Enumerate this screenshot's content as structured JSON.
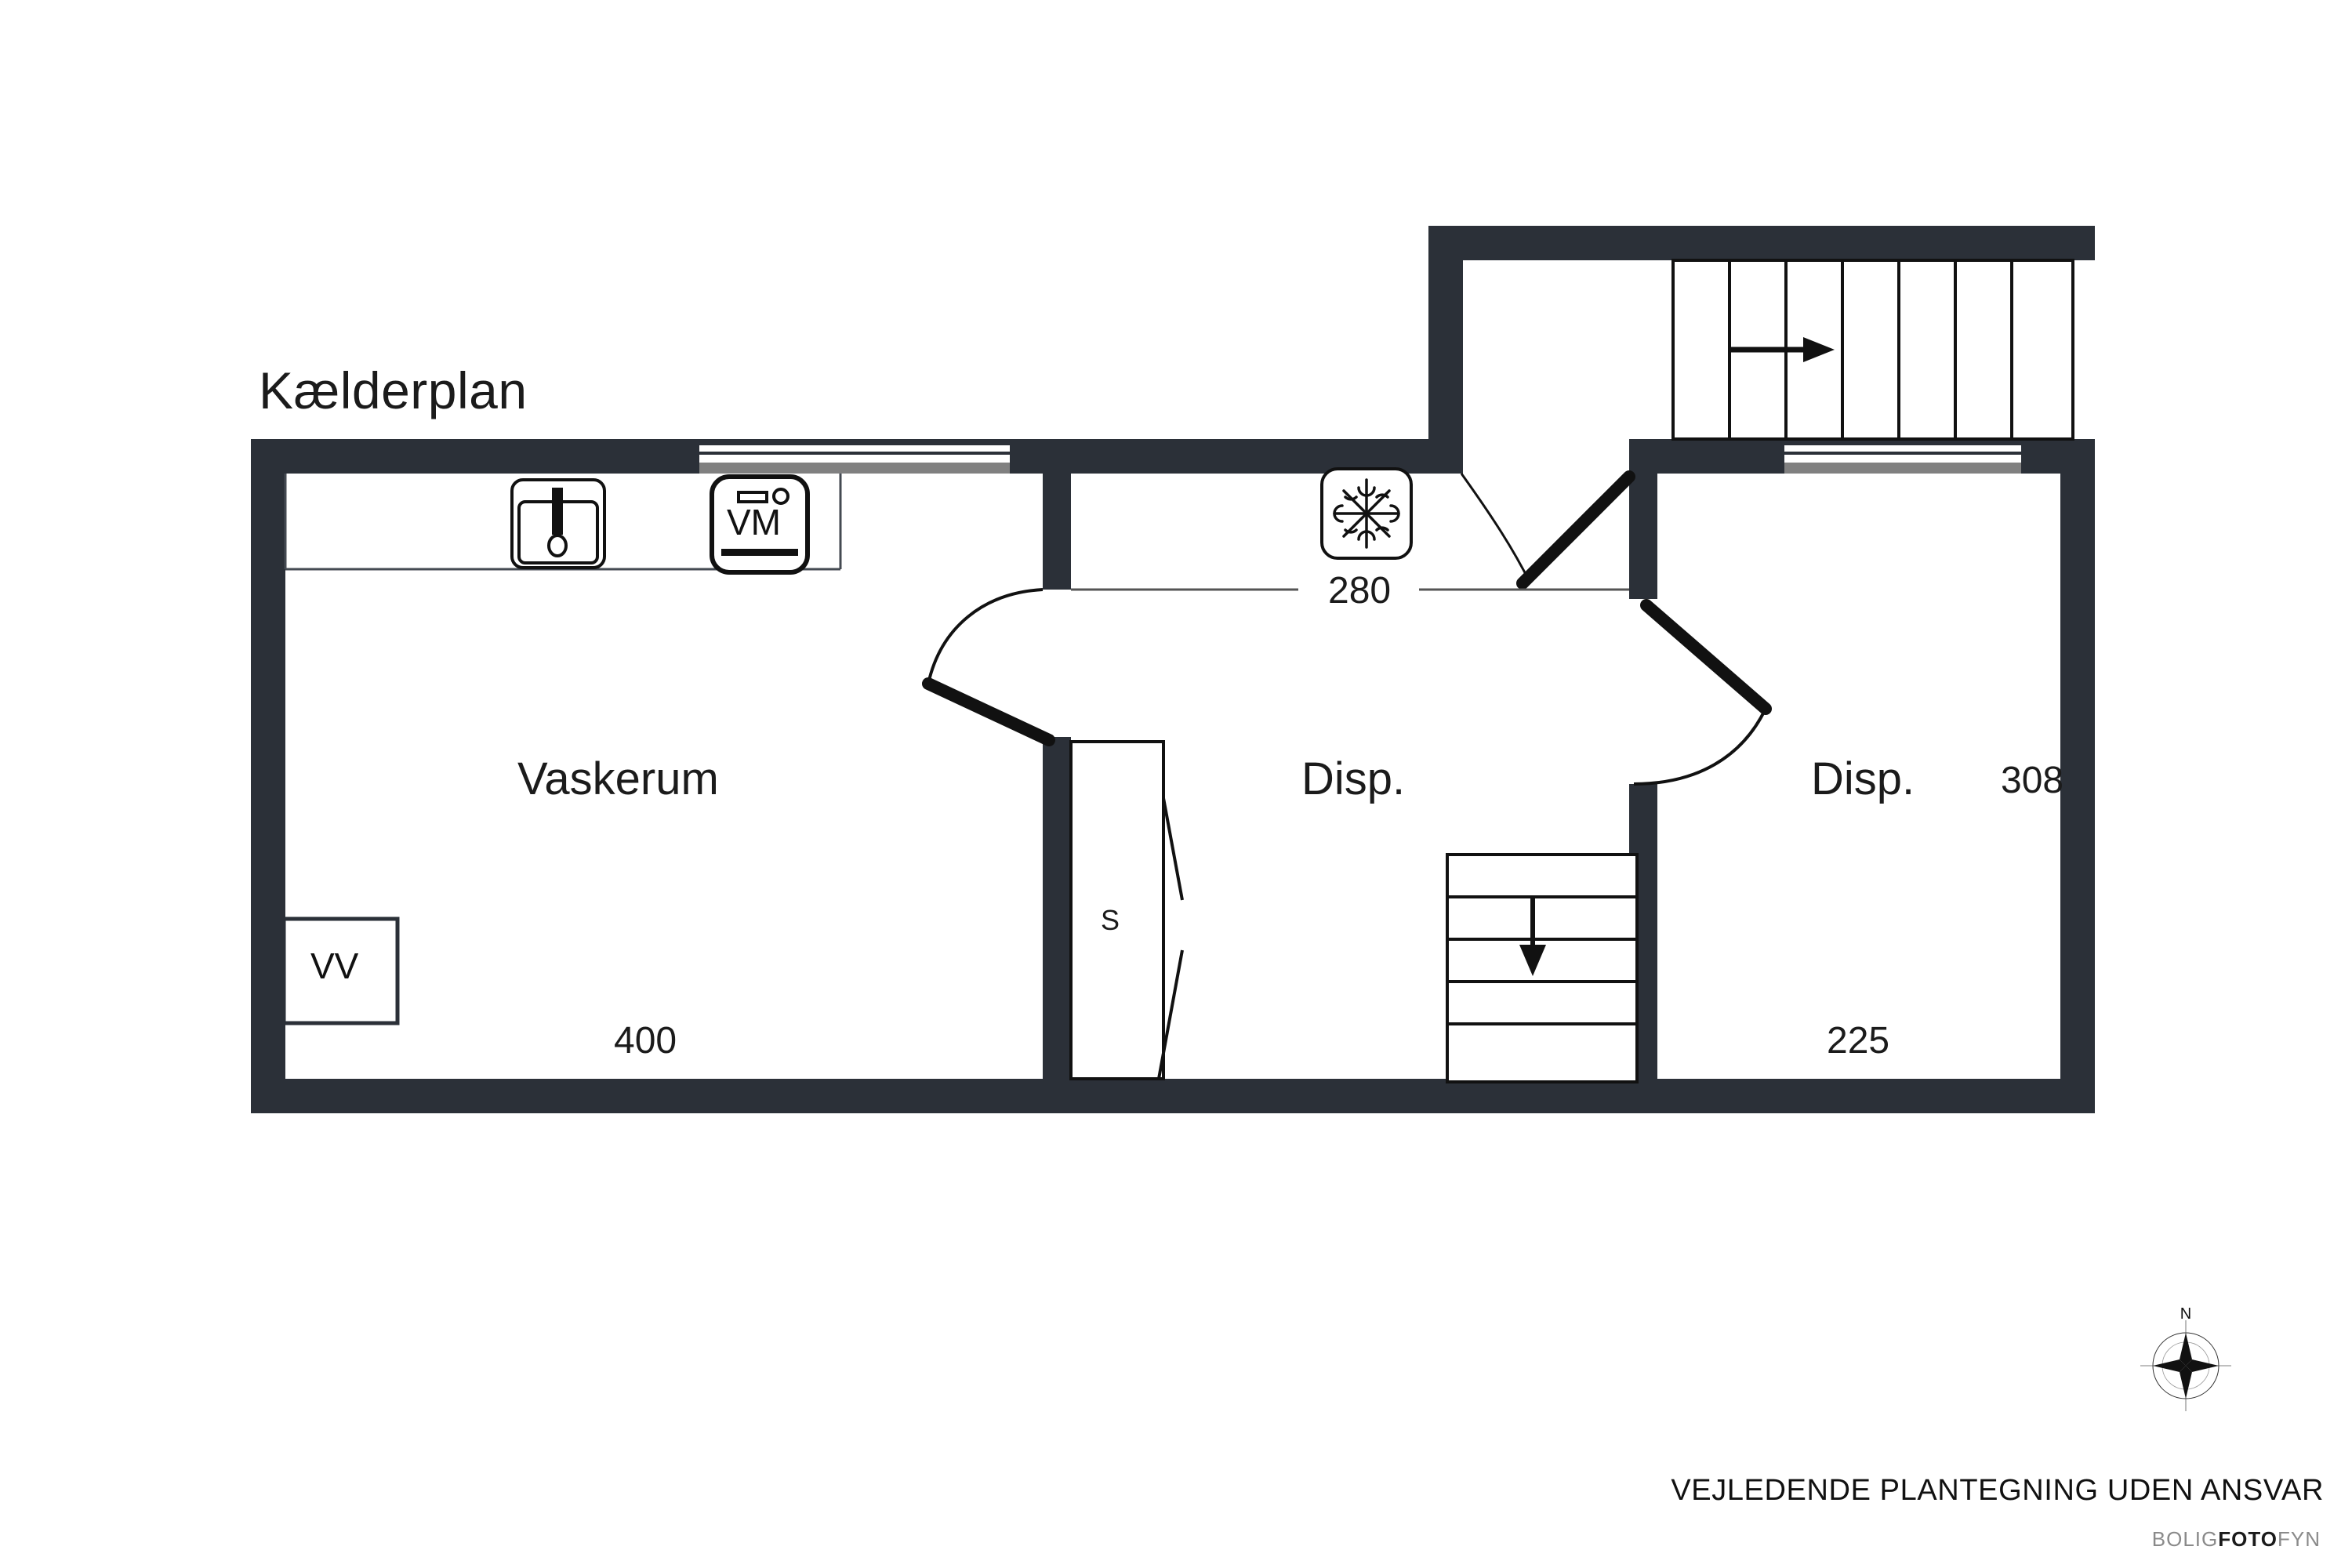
{
  "plan": {
    "title": "Kælderplan",
    "rooms": [
      {
        "name": "vaskerum",
        "label": "Vaskerum",
        "dimension": "400"
      },
      {
        "name": "disp-middle",
        "label": "Disp.",
        "dimension": "280"
      },
      {
        "name": "disp-right",
        "label": "Disp.",
        "dimension": "308",
        "dimension2": "225"
      }
    ],
    "fixtures": [
      {
        "name": "sink",
        "icon": "sink-icon",
        "label": ""
      },
      {
        "name": "washing-machine",
        "icon": "washing-machine-icon",
        "label": "VM"
      },
      {
        "name": "water-heater",
        "icon": "water-heater-box",
        "label": "VV"
      },
      {
        "name": "freezer",
        "icon": "snowflake-icon",
        "label": ""
      },
      {
        "name": "closet",
        "icon": "closet-icon",
        "label": "S"
      }
    ],
    "dimensions": {
      "vaskerum_width": "400",
      "disp_middle_width": "280",
      "disp_right_depth": "308",
      "disp_right_width": "225"
    },
    "stairs": [
      {
        "name": "stairs-up",
        "direction": "right",
        "arrow": "→"
      },
      {
        "name": "stairs-down",
        "direction": "down",
        "arrow": "↓"
      }
    ]
  },
  "compass": {
    "north_label": "N"
  },
  "footer": {
    "disclaimer": "VEJLEDENDE PLANTEGNING UDEN ANSVAR",
    "brand_prefix": "BOLIG",
    "brand_mid": "FOTO",
    "brand_suffix": "FYN"
  },
  "colors": {
    "wall": "#2b3038",
    "window_glass": "#808080",
    "line": "#111111",
    "background": "#ffffff"
  }
}
